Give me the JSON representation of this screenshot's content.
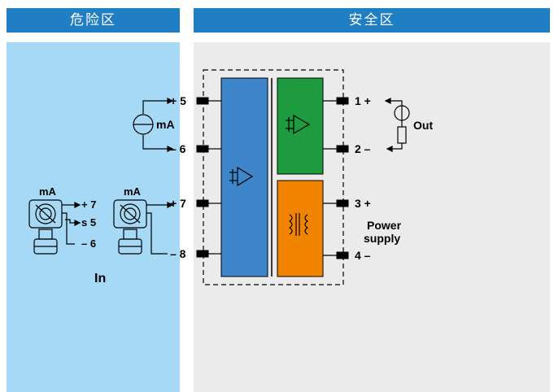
{
  "zones": {
    "hazardous": "危险区",
    "safe": "安全区"
  },
  "colors": {
    "header": "#1f7ec4",
    "hazardous_bg": "#a6d9f5",
    "safe_bg": "#ebebeb",
    "input_block": "#3e86c9",
    "output_block": "#1e9a3f",
    "power_block": "#f08300"
  },
  "input_side": {
    "terminals": {
      "t5": "+ 5",
      "t6": "– 6",
      "t7": "+ 7",
      "t8": "– 8"
    },
    "current_source_label": "mA",
    "transmitter_left": {
      "label": "mA",
      "pins": [
        "+ 7",
        "s 5",
        "– 6"
      ]
    },
    "transmitter_right": {
      "label": "mA"
    },
    "section_label": "In"
  },
  "output_side": {
    "terminals": {
      "t1": "1 +",
      "t2": "2 –",
      "t3": "3 +",
      "t4": "4 –"
    },
    "out_label": "Out",
    "power_label_line1": "Power",
    "power_label_line2": "supply"
  },
  "icons": {
    "amplifier": "amplifier-icon",
    "transformer": "transformer-icon",
    "current_source": "current-source-icon",
    "transmitter": "transmitter-icon"
  }
}
